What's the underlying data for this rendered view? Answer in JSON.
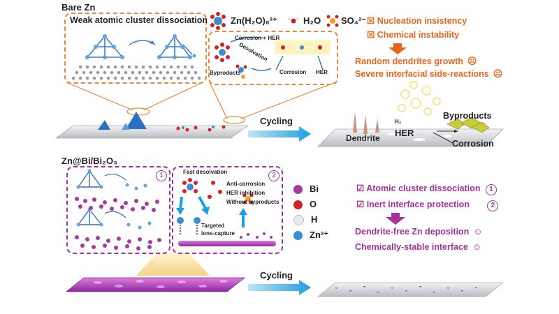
{
  "top": {
    "section_label": "Bare Zn",
    "box_title": "Weak atomic cluster dissociation",
    "legend": {
      "zn_complex": "Zn(H₂O)₆²⁺",
      "water": "H₂O",
      "sulfate": "SO₄²⁻"
    },
    "inset_labels": {
      "corrosion_her": "Corrosion + HER",
      "desolvation": "Desolvation",
      "byproducts": "Byproducts",
      "corrosion": "Corrosion",
      "her": "HER"
    },
    "problems": [
      "Nucleation insistency",
      "Chemical instability"
    ],
    "results": [
      "Random dendrites growth",
      "Severe interfacial side-reactions"
    ],
    "cycling_label": "Cycling",
    "surface_labels": {
      "dendrite": "Dendrite",
      "h2": "H₂",
      "her": "HER",
      "byproducts": "Byproducts",
      "corrosion": "Corrosion"
    },
    "accent_color": "#e8661c",
    "box_color": "#e58a3a"
  },
  "bottom": {
    "section_label": "Zn@Bi/Bi₂O₃",
    "inset_number_1": "1",
    "inset_number_2": "2",
    "inset_labels": {
      "fast_desolvation": "Fast desolvation",
      "anti_corrosion": "Anti-corrosion",
      "her_inhibition": "HER inhibition",
      "without_byproducts": "Without byproducts",
      "targeted": "Targeted",
      "ions_capture": "ions-capture"
    },
    "legend": [
      {
        "symbol": "Bi",
        "color": "#a33aa6"
      },
      {
        "symbol": "O",
        "color": "#d62020"
      },
      {
        "symbol": "H",
        "color": "#e8e8ee"
      },
      {
        "symbol": "Zn²⁺",
        "color": "#3a8fd0"
      }
    ],
    "benefits": [
      "Atomic cluster dissociation",
      "Inert interface protection"
    ],
    "benefit_numbers": [
      "1",
      "2"
    ],
    "results": [
      "Dendrite-free Zn deposition",
      "Chemically-stable interface"
    ],
    "cycling_label": "Cycling",
    "accent_color": "#a2319b"
  }
}
